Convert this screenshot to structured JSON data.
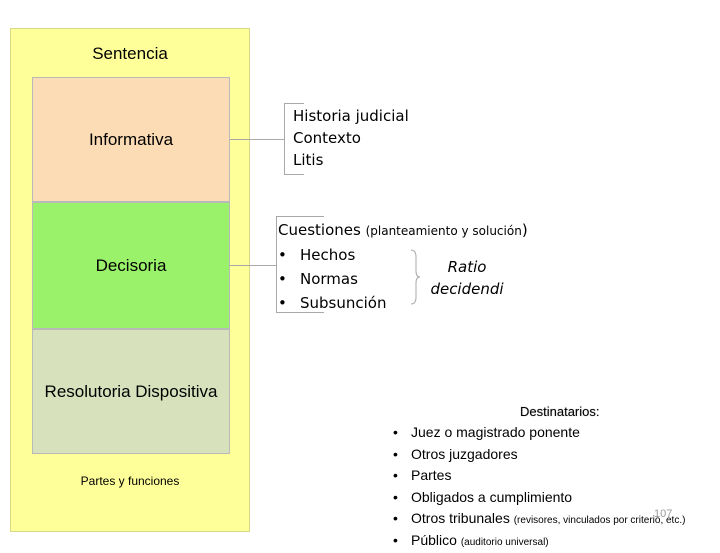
{
  "sentence": {
    "title": "Sentencia",
    "sections": [
      "Informativa",
      "Decisoria",
      "Resolutoria Dispositiva"
    ],
    "footer": "Partes y funciones"
  },
  "informativa_items": [
    "Historia judicial",
    "Contexto",
    "Litis"
  ],
  "decisoria": {
    "heading_main": "Cuestiones ",
    "heading_note": "(planteamiento y solución",
    "heading_close": ")",
    "bullets": [
      "Hechos",
      "Normas",
      "Subsunción"
    ],
    "ratio_line1": "Ratio",
    "ratio_line2": "decidendi"
  },
  "destinatarios": {
    "title": "Destinatarios:",
    "items": [
      {
        "text": "Juez o magistrado ponente",
        "note": ""
      },
      {
        "text": "Otros juzgadores",
        "note": ""
      },
      {
        "text": "Partes",
        "note": ""
      },
      {
        "text": "Obligados a cumplimiento",
        "note": ""
      },
      {
        "text": "Otros tribunales ",
        "note": "(revisores, vinculados por criterio, etc.)"
      },
      {
        "text": "Público ",
        "note": "(auditorio universal)"
      }
    ]
  },
  "page_number": "107"
}
